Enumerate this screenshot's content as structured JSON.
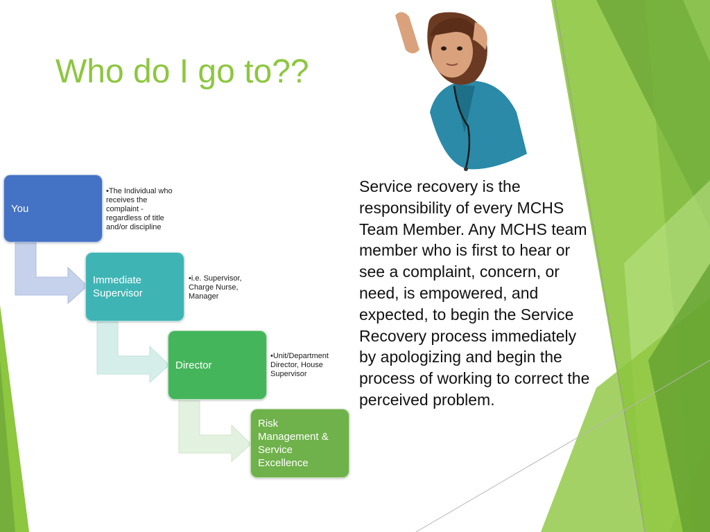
{
  "slide": {
    "title": "Who do I go to??",
    "description": "Service recovery is the responsibility of every MCHS Team Member. Any MCHS team member who is first to hear or see a complaint, concern, or need, is empowered, and expected, to begin the Service Recovery process immediately by apologizing and begin the process of working to correct the perceived problem."
  },
  "flow": {
    "steps": [
      {
        "label": "You",
        "color": "#4472c4",
        "note": [
          "•The Individual who",
          "receives the",
          "complaint -",
          "regardless of title",
          "and/or discipline"
        ]
      },
      {
        "label": "Immediate\nSupervisor",
        "color": "#3fb4b4",
        "note": [
          "•i.e. Supervisor,",
          "Charge Nurse,",
          "Manager"
        ]
      },
      {
        "label": "Director",
        "color": "#45b55b",
        "note": [
          "•Unit/Department",
          "Director, House",
          "Supervisor"
        ]
      },
      {
        "label": "Risk\nManagement &\nService\nExcellence",
        "color": "#6fb14a",
        "note": []
      }
    ]
  },
  "theme": {
    "accent": "#8dc63f",
    "dark_green": "#5a9e2f"
  }
}
